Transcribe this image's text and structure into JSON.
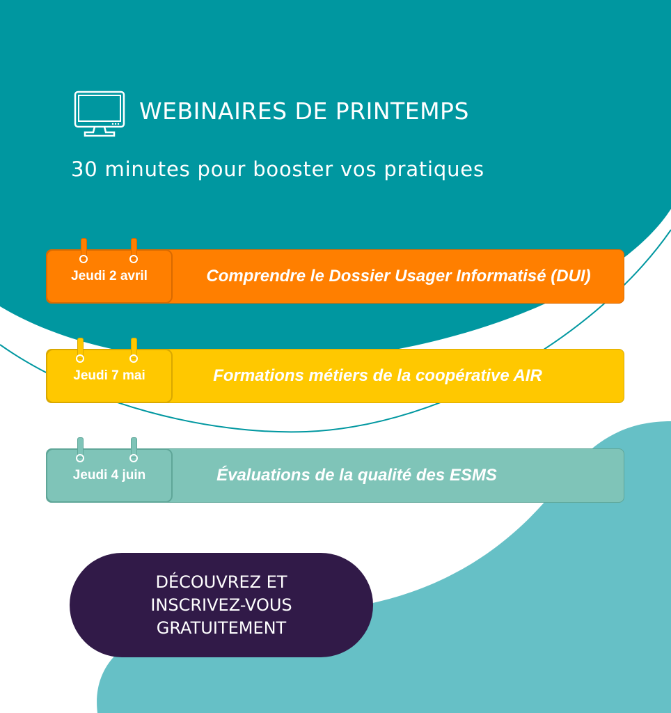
{
  "header": {
    "title": "WEBINAIRES DE PRINTEMPS",
    "subtitle": "30 minutes pour booster vos pratiques",
    "icon": "monitor-icon"
  },
  "colors": {
    "teal": "#0097a0",
    "orange": "#ff7f00",
    "yellow": "#ffc800",
    "mint": "#7fc4b8",
    "purple": "#311a48",
    "light_teal": "#66c0c6"
  },
  "webinars": [
    {
      "date": "Jeudi 2 avril",
      "topic": "Comprendre le Dossier Usager Informatisé (DUI)"
    },
    {
      "date": "Jeudi 7 mai",
      "topic": "Formations métiers de la coopérative AIR"
    },
    {
      "date": "Jeudi 4 juin",
      "topic": "Évaluations de la qualité des ESMS"
    }
  ],
  "cta": {
    "line1": "DÉCOUVREZ ET",
    "line2": "INSCRIVEZ-VOUS",
    "line3": "GRATUITEMENT"
  }
}
